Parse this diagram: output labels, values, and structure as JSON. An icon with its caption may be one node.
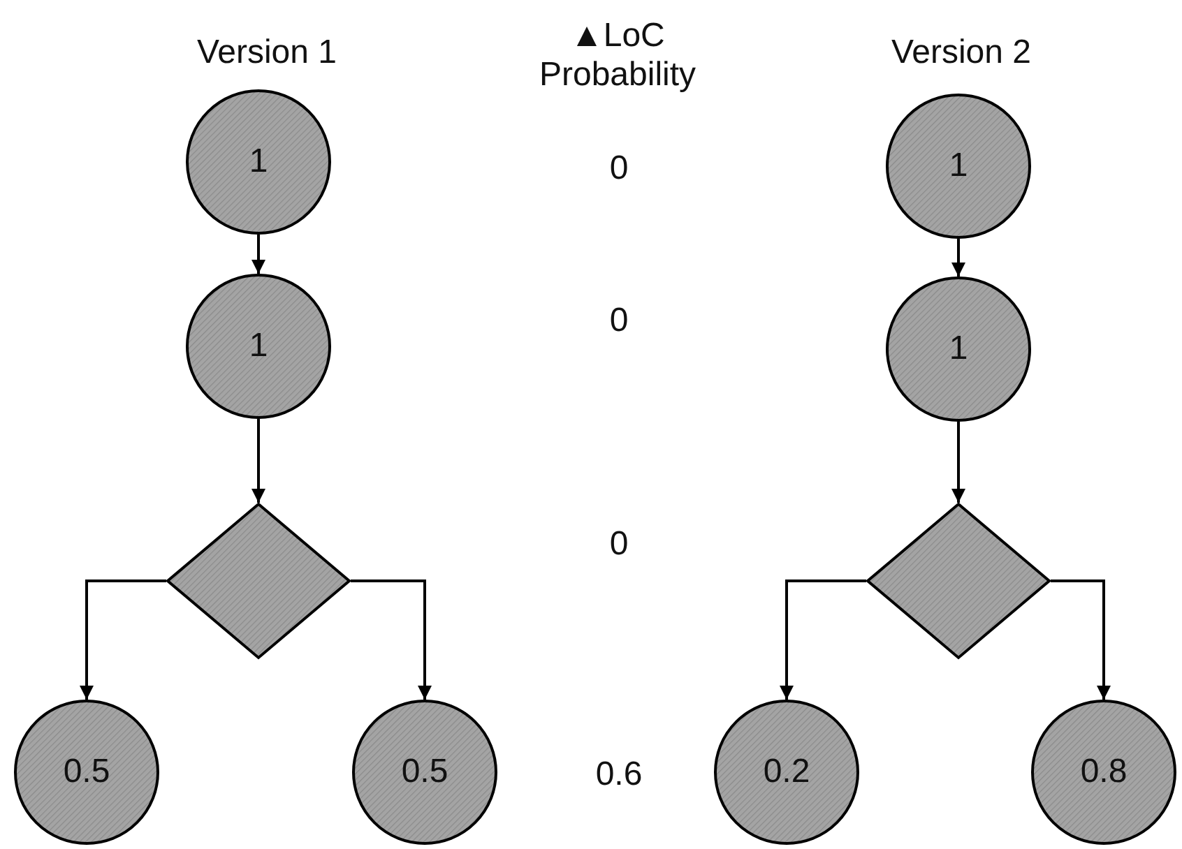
{
  "diagram": {
    "nodes": [
      {
        "text": [
          "1"
        ]
      },
      {
        "text": [
          "1"
        ]
      },
      {
        "text": [],
        "shape": "diamond"
      },
      {
        "text": [
          "0.5"
        ]
      },
      {
        "text": [
          "0.5"
        ]
      },
      {
        "text": [
          "1"
        ]
      },
      {
        "text": [
          "1"
        ]
      },
      {
        "text": [],
        "shape": "diamond"
      },
      {
        "text": [
          "0.2"
        ]
      },
      {
        "text": [
          "0.8"
        ]
      }
    ],
    "edges": [
      {
        "from": 0,
        "to": 1,
        "arrow": "to"
      },
      {
        "from": 1,
        "to": 2,
        "arrow": "to"
      },
      {
        "from": 2,
        "to": 3,
        "arrow": "to"
      },
      {
        "from": 2,
        "to": 4,
        "arrow": "to"
      },
      {
        "from": 5,
        "to": 6,
        "arrow": "to"
      },
      {
        "from": 6,
        "to": 7,
        "arrow": "to"
      },
      {
        "from": 7,
        "to": 8,
        "arrow": "to"
      },
      {
        "from": 7,
        "to": 9,
        "arrow": "to"
      }
    ],
    "labels": [
      "Version 1",
      "▲LoC Probability",
      "Version 2",
      "0",
      "0",
      "0",
      "0.6"
    ]
  }
}
